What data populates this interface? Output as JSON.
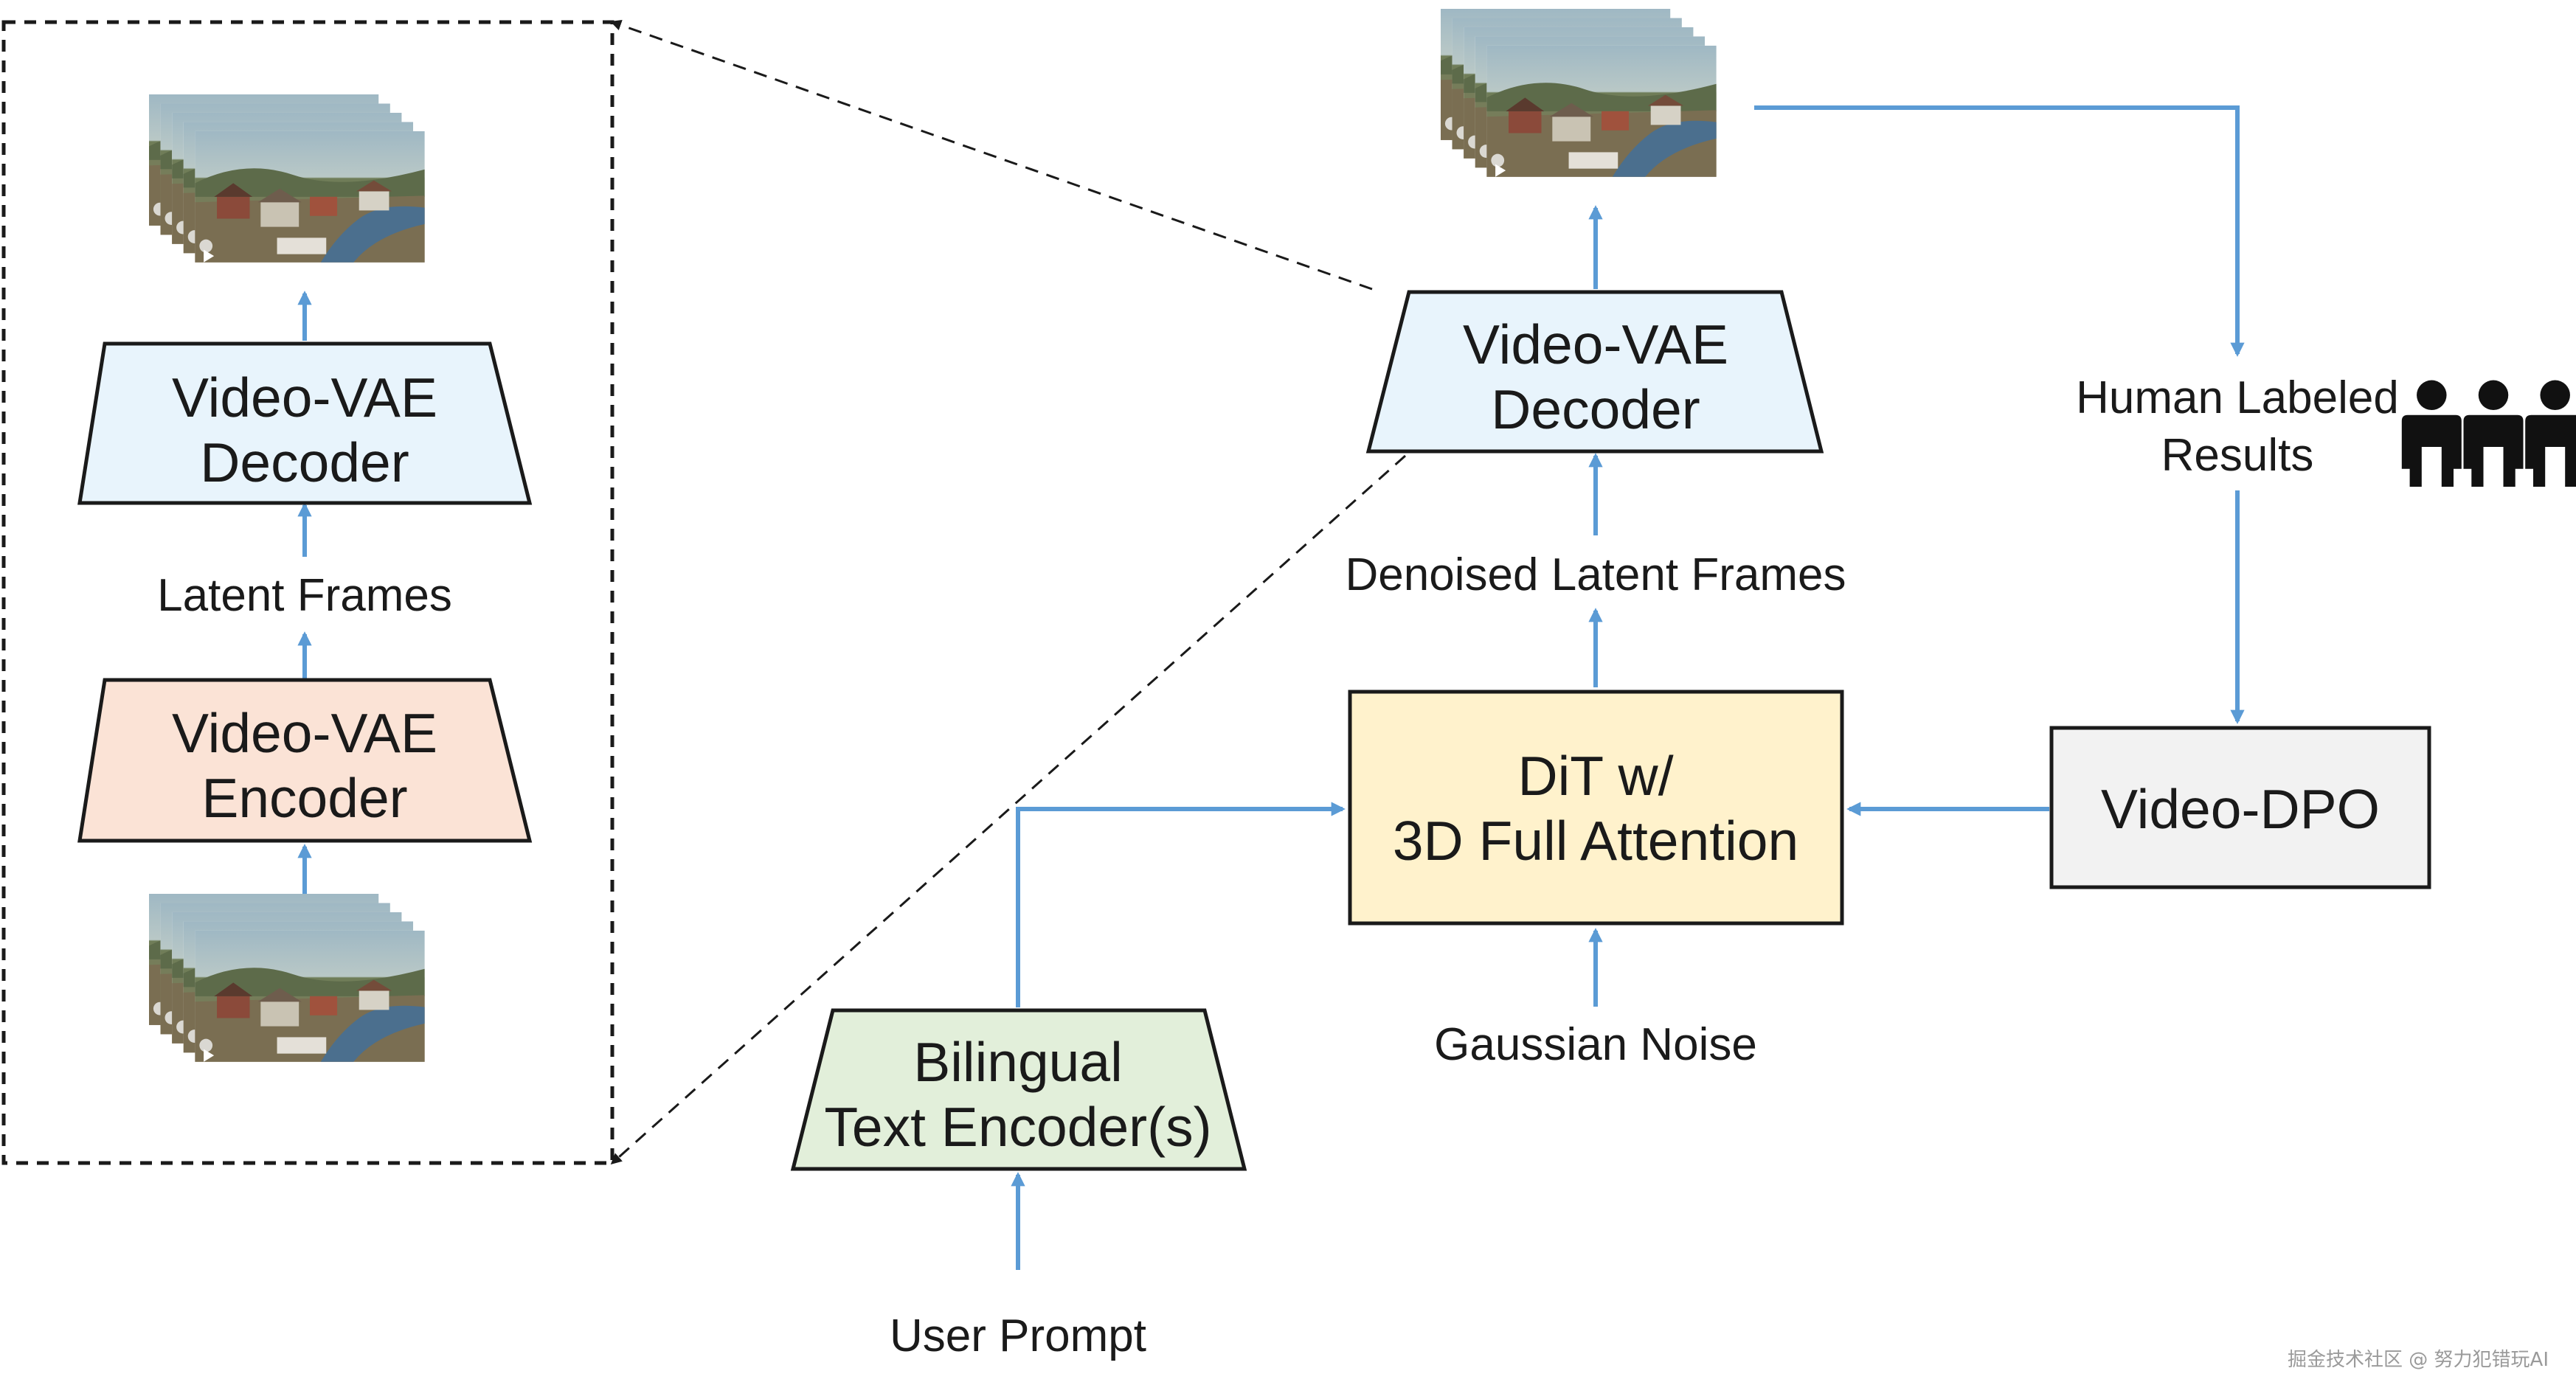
{
  "colors": {
    "arrow": "#5b9bd5",
    "decoder_fill": "#e8f4fc",
    "encoder_fill": "#fbe3d6",
    "dit_fill": "#fff2cc",
    "text_encoder_fill": "#e2efda",
    "dpo_fill": "#f2f2f2",
    "border": "#1a1a1a"
  },
  "zoom_panel": {
    "decoder": {
      "line1": "Video-VAE",
      "line2": "Decoder"
    },
    "latent_frames": "Latent Frames",
    "encoder": {
      "line1": "Video-VAE",
      "line2": "Encoder"
    }
  },
  "main": {
    "decoder": {
      "line1": "Video-VAE",
      "line2": "Decoder"
    },
    "denoised_latent_frames": "Denoised Latent Frames",
    "dit": {
      "line1": "DiT w/",
      "line2": "3D Full Attention"
    },
    "gaussian_noise": "Gaussian Noise",
    "text_encoder": {
      "line1": "Bilingual",
      "line2": "Text Encoder(s)"
    },
    "user_prompt": "User Prompt",
    "human_labeled": {
      "line1": "Human Labeled",
      "line2": "Results"
    },
    "video_dpo": "Video-DPO",
    "people_icon": "people-icon"
  },
  "watermark": "掘金技术社区 @ 努力犯错玩AI"
}
